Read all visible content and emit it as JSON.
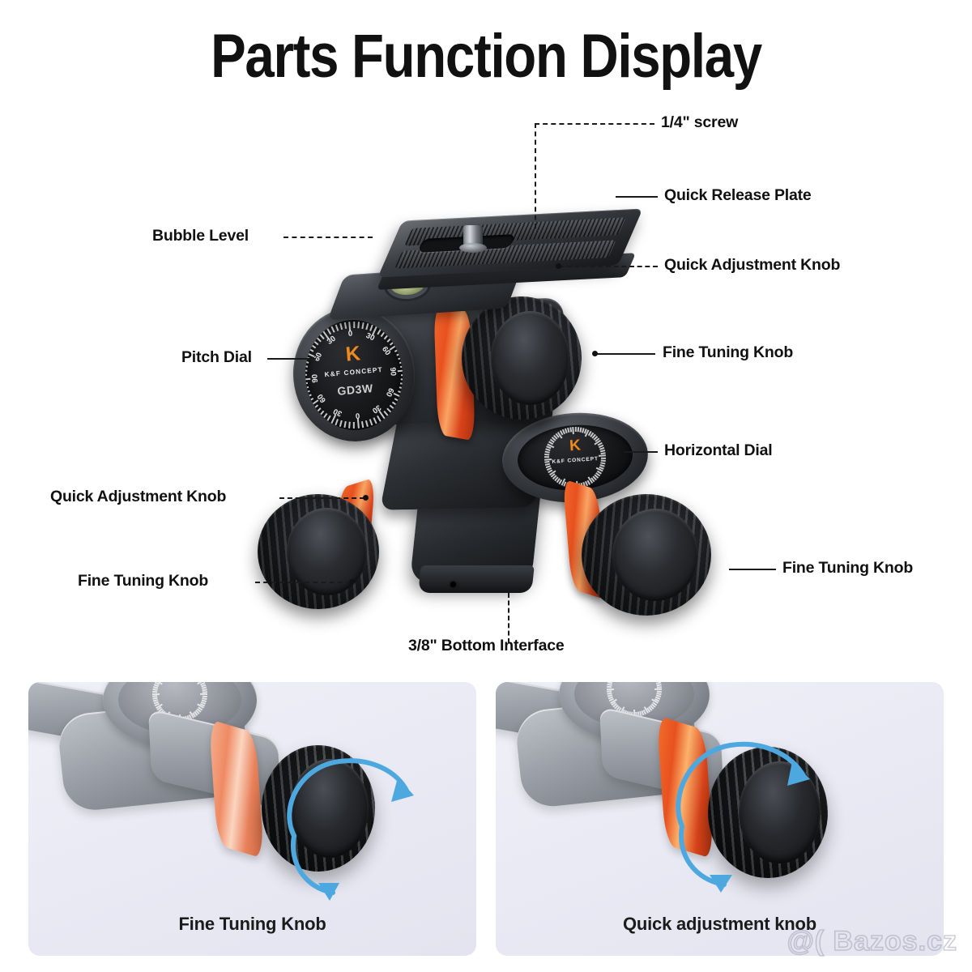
{
  "title": "Parts Function Display",
  "brand": {
    "logo_mark": "K",
    "name": "K&F CONCEPT",
    "model": "GD3W"
  },
  "colors": {
    "accent_orange": "#e8511f",
    "orange_light": "#f9a463",
    "arrow_blue": "#4ea8e0",
    "panel_bg": "#ececf6",
    "body_dark": "#1b1d20",
    "text": "#111111"
  },
  "callouts": [
    {
      "id": "quarter-screw",
      "label": "1/4\" screw",
      "side": "right"
    },
    {
      "id": "quick-release-plate",
      "label": "Quick Release Plate",
      "side": "right"
    },
    {
      "id": "quick-adjust-knob-top",
      "label": "Quick Adjustment Knob",
      "side": "right"
    },
    {
      "id": "fine-tuning-knob-top",
      "label": "Fine Tuning Knob",
      "side": "right"
    },
    {
      "id": "horizontal-dial",
      "label": "Horizontal Dial",
      "side": "right"
    },
    {
      "id": "fine-tuning-knob-right",
      "label": "Fine Tuning Knob",
      "side": "right"
    },
    {
      "id": "bubble-level",
      "label": "Bubble Level",
      "side": "left"
    },
    {
      "id": "pitch-dial",
      "label": "Pitch Dial",
      "side": "left"
    },
    {
      "id": "quick-adjust-knob-left",
      "label": "Quick Adjustment Knob",
      "side": "left"
    },
    {
      "id": "fine-tuning-knob-left",
      "label": "Fine Tuning Knob",
      "side": "left"
    },
    {
      "id": "bottom-interface",
      "label": "3/8\" Bottom Interface",
      "side": "bottom"
    }
  ],
  "dial": {
    "numbers": [
      "0",
      "30",
      "60",
      "90",
      "60",
      "30",
      "0",
      "30",
      "60",
      "90",
      "60",
      "30"
    ],
    "major_labels": [
      "0",
      "30",
      "60",
      "90"
    ]
  },
  "panels": [
    {
      "id": "panel-fine-tuning",
      "caption": "Fine Tuning Knob",
      "rotation": "knob"
    },
    {
      "id": "panel-quick-adjust",
      "caption": "Quick adjustment knob",
      "rotation": "ring"
    }
  ],
  "watermark": "@( Bazos.cz"
}
